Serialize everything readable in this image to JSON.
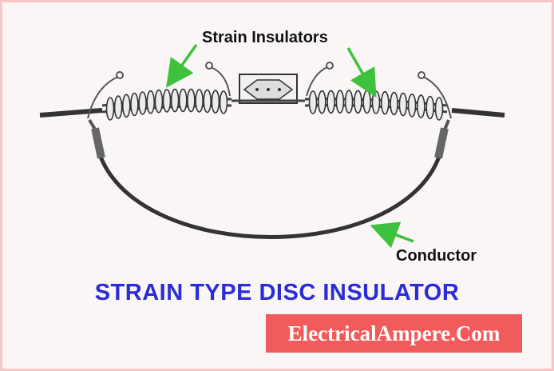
{
  "labels": {
    "strain_insulators": "Strain Insulators",
    "conductor": "Conductor"
  },
  "title": "STRAIN TYPE DISC INSULATOR",
  "brand": "ElectricalAmpere.Com",
  "colors": {
    "title": "#2b2bd8",
    "brand_bg": "#f15b5b",
    "brand_text": "#ffffff",
    "arrow": "#3ec23e",
    "line": "#333333"
  },
  "icons": [
    "strain-insulator-string-left",
    "strain-insulator-string-right",
    "yoke-plate",
    "conductor-loop",
    "pointer-arrow"
  ]
}
